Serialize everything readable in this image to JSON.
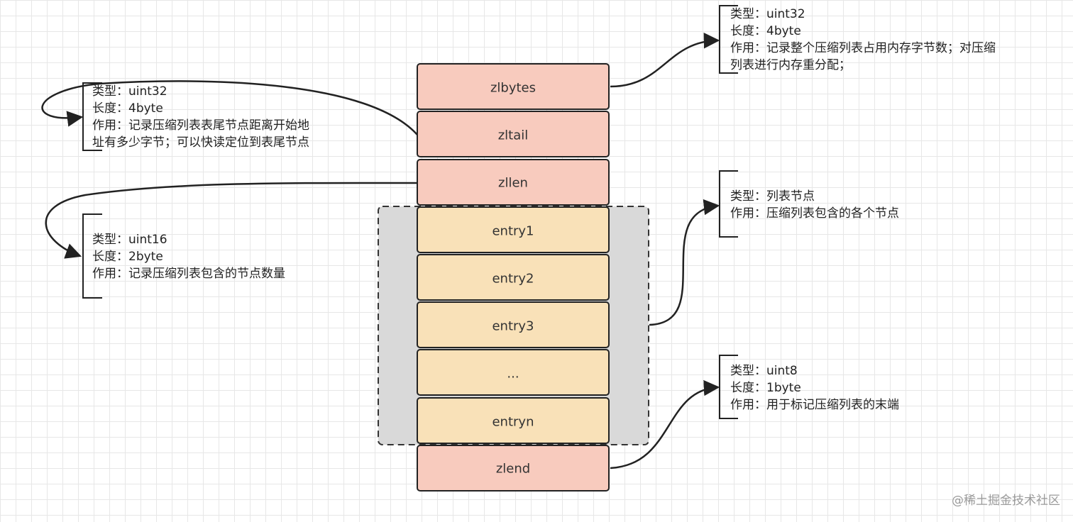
{
  "blocks": {
    "zlbytes": "zlbytes",
    "zltail": "zltail",
    "zllen": "zllen",
    "entry1": "entry1",
    "entry2": "entry2",
    "entry3": "entry3",
    "ellipsis": "...",
    "entryn": "entryn",
    "zlend": "zlend"
  },
  "notes": {
    "zlbytes": [
      "类型：uint32",
      "长度：4byte",
      "作用：记录整个压缩列表占用内存字节数；对压缩",
      "列表进行内存重分配；"
    ],
    "zltail": [
      "类型：uint32",
      "长度：4byte",
      "作用：记录压缩列表表尾节点距离开始地",
      "址有多少字节；可以快读定位到表尾节点"
    ],
    "zllen": [
      "类型：uint16",
      "长度：2byte",
      "作用：记录压缩列表包含的节点数量"
    ],
    "entries": [
      "类型：列表节点",
      "作用：压缩列表包含的各个节点"
    ],
    "zlend": [
      "类型：uint8",
      "长度：1byte",
      "作用：用于标记压缩列表的末端"
    ]
  },
  "colors": {
    "header_fill": "#f8cbbe",
    "entry_fill": "#f9e1b8",
    "group_fill": "#d9d9d9",
    "stroke": "#222222"
  },
  "watermark": "@稀土掘金技术社区"
}
